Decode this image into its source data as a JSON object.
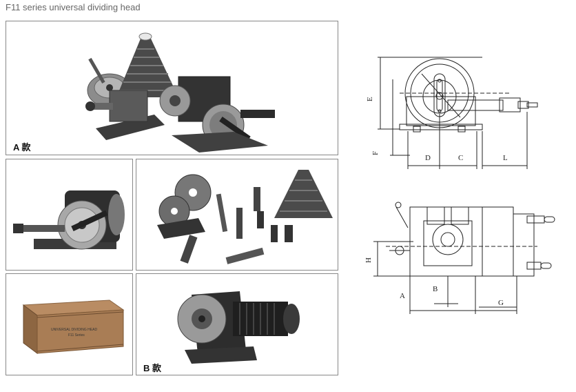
{
  "title": "F11 series universal dividing head",
  "captions": {
    "a": "A 款",
    "b": "B 款"
  },
  "box_text": {
    "line1": "UNIVERSAL DIVIDING HEAD",
    "line2": "F11 Series"
  },
  "front_view": {
    "labels": {
      "E": "E",
      "F": "F",
      "D": "D",
      "C": "C",
      "L": "L"
    }
  },
  "side_view": {
    "labels": {
      "H": "H",
      "A": "A",
      "B": "B",
      "G": "G"
    }
  }
}
